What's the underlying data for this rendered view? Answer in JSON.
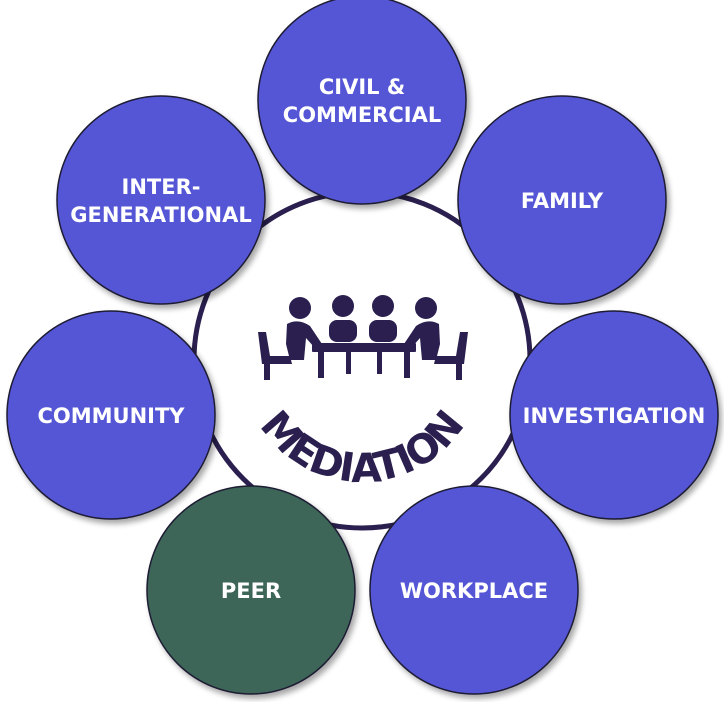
{
  "center": {
    "title": "MEDIATION",
    "icon": "meeting-table-people-icon"
  },
  "colors": {
    "node_fill": "#5557d6",
    "highlight_fill": "#3c6658",
    "center_stroke": "#2a1f4e",
    "label": "#ffffff"
  },
  "nodes": [
    {
      "id": "civil-commercial",
      "lines": [
        "CIVIL &",
        "COMMERCIAL"
      ],
      "highlight": false
    },
    {
      "id": "family",
      "lines": [
        "FAMILY"
      ],
      "highlight": false
    },
    {
      "id": "investigation",
      "lines": [
        "INVESTIGATION"
      ],
      "highlight": false
    },
    {
      "id": "workplace",
      "lines": [
        "WORKPLACE"
      ],
      "highlight": false
    },
    {
      "id": "peer",
      "lines": [
        "PEER"
      ],
      "highlight": true
    },
    {
      "id": "community",
      "lines": [
        "COMMUNITY"
      ],
      "highlight": false
    },
    {
      "id": "inter-generational",
      "lines": [
        "INTER-",
        "GENERATIONAL"
      ],
      "highlight": false
    }
  ]
}
